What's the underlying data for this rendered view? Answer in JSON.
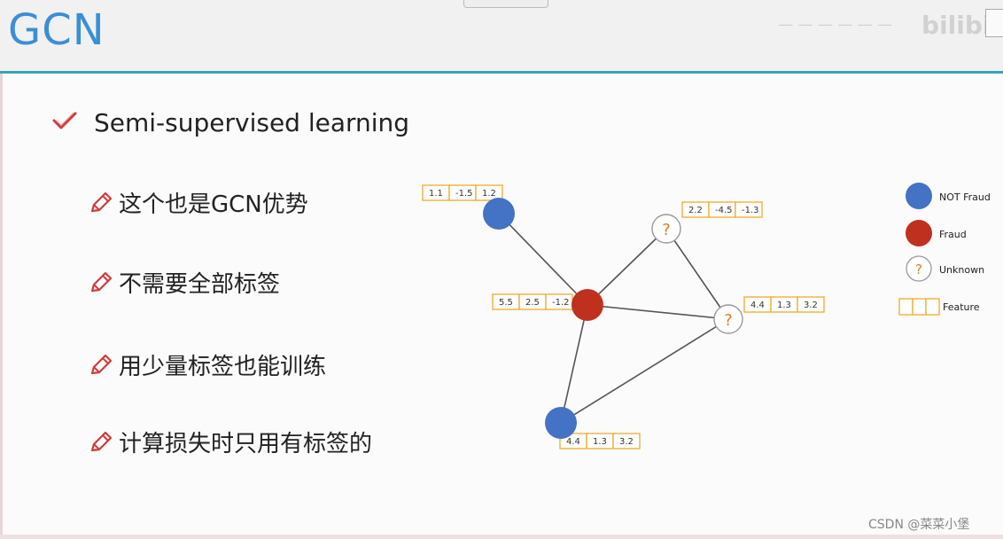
{
  "slide": {
    "title": "GCN",
    "heading": "Semi-supervised learning",
    "bullets": [
      "这个也是GCN优势",
      "不需要全部标签",
      "用少量标签也能训练",
      "计算损失时只用有标签的"
    ]
  },
  "watermark": {
    "text": "CSDN @菜菜小堡"
  },
  "graph": {
    "colors": {
      "not_fraud": "#4472c4",
      "fraud": "#c0301e",
      "unknown_text": "#e07b2a",
      "feature_border": "#f0b13a",
      "edge": "#555555"
    },
    "nodes": [
      {
        "id": "n1",
        "kind": "not_fraud",
        "features": [
          "1.1",
          "-1.5",
          "1.2"
        ]
      },
      {
        "id": "n2",
        "kind": "fraud",
        "features": [
          "5.5",
          "2.5",
          "-1.2"
        ]
      },
      {
        "id": "n3",
        "kind": "unknown",
        "label": "?",
        "features": [
          "2.2",
          "-4.5",
          "-1.3"
        ]
      },
      {
        "id": "n4",
        "kind": "unknown",
        "label": "?",
        "features": [
          "4.4",
          "1.3",
          "3.2"
        ]
      },
      {
        "id": "n5",
        "kind": "not_fraud",
        "features": [
          "4.4",
          "1.3",
          "3.2"
        ]
      }
    ],
    "edges": [
      [
        "n1",
        "n2"
      ],
      [
        "n2",
        "n3"
      ],
      [
        "n2",
        "n4"
      ],
      [
        "n3",
        "n4"
      ],
      [
        "n2",
        "n5"
      ],
      [
        "n5",
        "n4"
      ]
    ],
    "legend": {
      "not_fraud": "NOT Fraud",
      "fraud": "Fraud",
      "unknown": "Unknown",
      "unknown_symbol": "?",
      "feature": "Feature"
    }
  }
}
